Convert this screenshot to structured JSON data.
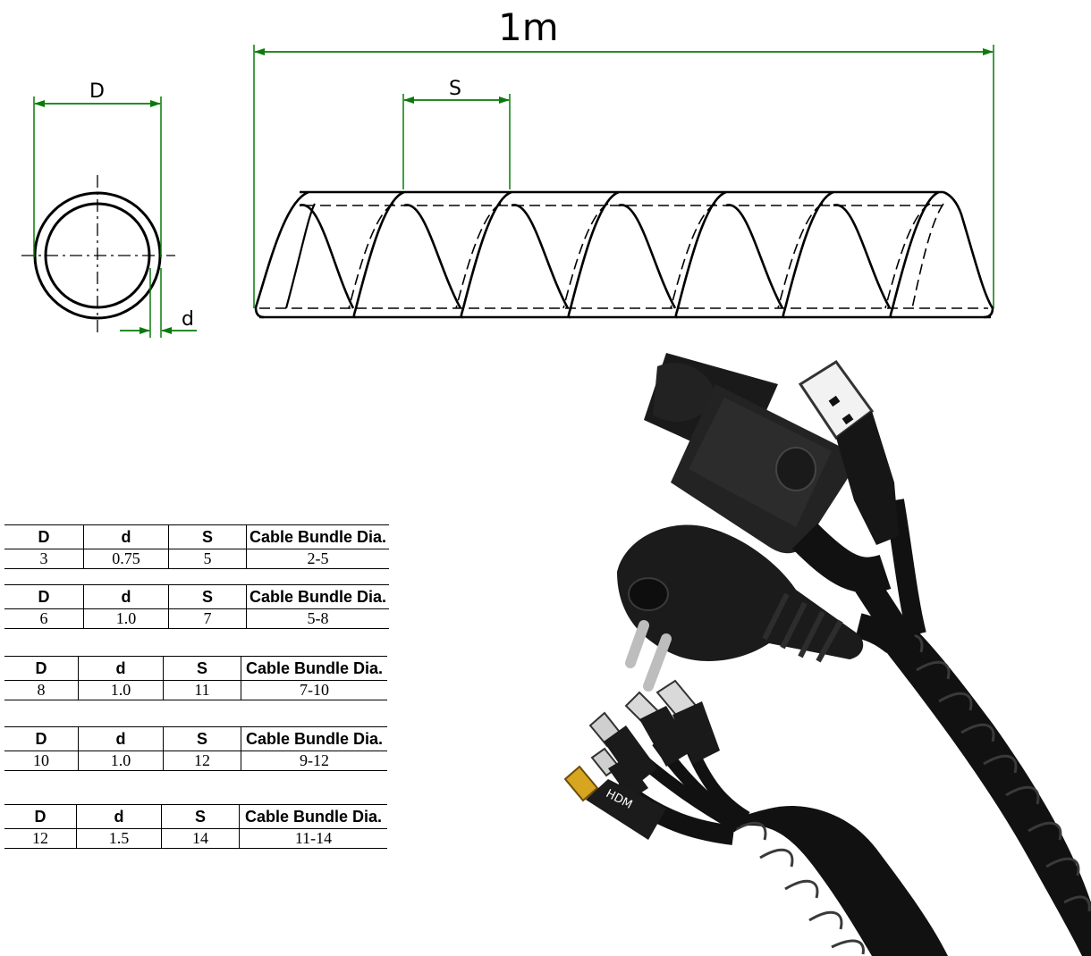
{
  "diagram": {
    "length_label": "1m",
    "outer_diameter_label": "D",
    "wall_thickness_label": "d",
    "pitch_label": "S",
    "dimension_color": "#0a7a0a"
  },
  "photo": {
    "hdmi_label": "HDM"
  },
  "spec_tables": [
    {
      "headers": [
        "D",
        "d",
        "S",
        "Cable Bundle Dia."
      ],
      "row": [
        "3",
        "0.75",
        "5",
        "2-5"
      ]
    },
    {
      "headers": [
        "D",
        "d",
        "S",
        "Cable Bundle Dia."
      ],
      "row": [
        "6",
        "1.0",
        "7",
        "5-8"
      ]
    },
    {
      "headers": [
        "D",
        "d",
        "S",
        "Cable Bundle Dia."
      ],
      "row": [
        "8",
        "1.0",
        "11",
        "7-10"
      ]
    },
    {
      "headers": [
        "D",
        "d",
        "S",
        "Cable Bundle Dia."
      ],
      "row": [
        "10",
        "1.0",
        "12",
        "9-12"
      ]
    },
    {
      "headers": [
        "D",
        "d",
        "S",
        "Cable Bundle Dia."
      ],
      "row": [
        "12",
        "1.5",
        "14",
        "11-14"
      ]
    }
  ]
}
